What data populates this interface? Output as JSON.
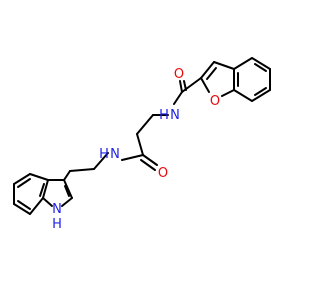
{
  "colors": {
    "bond": "#000000",
    "oxygen": "#e8080b",
    "nitrogen": "#1e22e6"
  },
  "labels": {
    "o_carbonyl_top": "O",
    "nh_amide_top": "N",
    "nh_amide_top_h": "H",
    "o_furan": "O",
    "nh_amide_mid": "N",
    "nh_amide_mid_h": "H",
    "o_carbonyl_mid": "O",
    "nh_indole": "N",
    "nh_indole_h": "H"
  }
}
